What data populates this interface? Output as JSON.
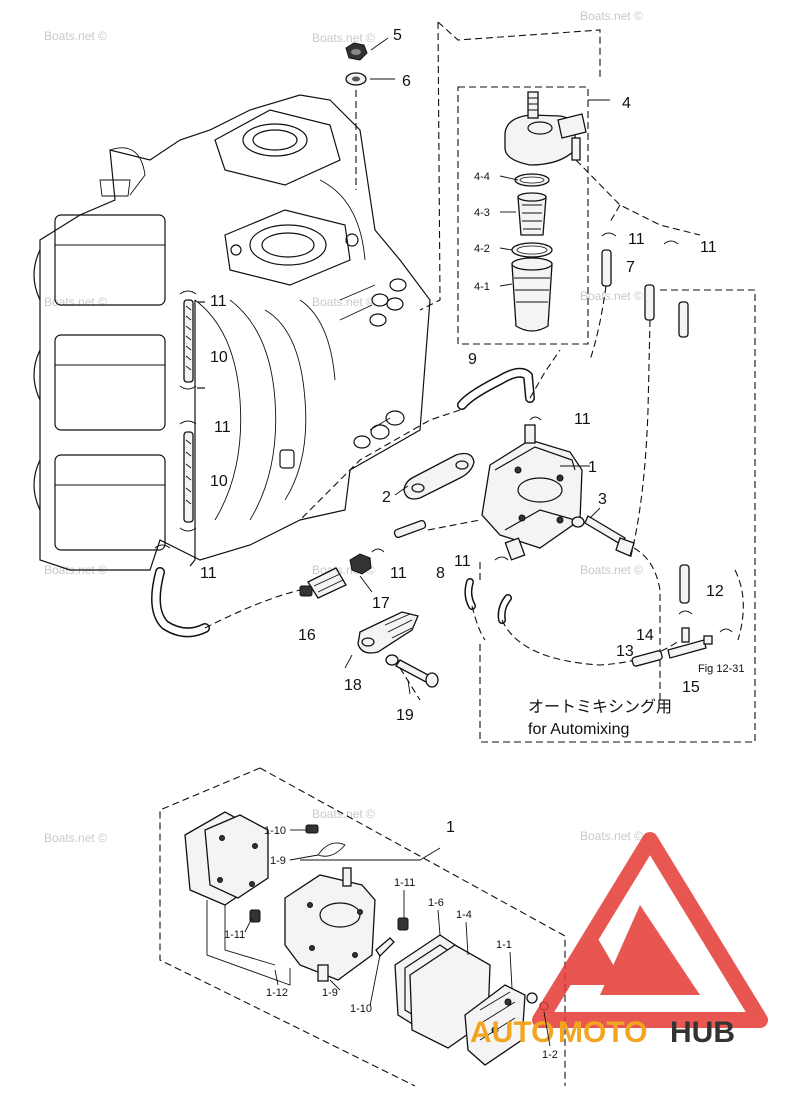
{
  "watermark": "Boats.net ©",
  "brand": {
    "part1": "AUTO",
    "part2": "MOTO",
    "part3": "HUB",
    "logo_color": "#e53935",
    "accent": "#f2a51f",
    "dark": "#333333"
  },
  "callouts": {
    "c1": "1",
    "c2": "2",
    "c3": "3",
    "c4": "4",
    "c4_1": "4-1",
    "c4_2": "4-2",
    "c4_3": "4-3",
    "c4_4": "4-4",
    "c5": "5",
    "c6": "6",
    "c7": "7",
    "c8": "8",
    "c9": "9",
    "c10a": "10",
    "c10b": "10",
    "c11a": "11",
    "c11b": "11",
    "c11c": "11",
    "c11d": "11",
    "c11e": "11",
    "c11f": "11",
    "c11g": "11",
    "c11h": "11",
    "c12": "12",
    "c13": "13",
    "c14": "14",
    "c15": "15",
    "c16": "16",
    "c17": "17",
    "c18": "18",
    "c19": "19",
    "fig": "Fig 12-31"
  },
  "automix": {
    "jp": "オートミキシング用",
    "en": "for Automixing"
  },
  "detail": {
    "c1": "1",
    "c1_1": "1-1",
    "c1_2": "1-2",
    "c1_4": "1-4",
    "c1_6": "1-6",
    "c1_9a": "1-9",
    "c1_9b": "1-9",
    "c1_10a": "1-10",
    "c1_10b": "1-10",
    "c1_11a": "1-11",
    "c1_11b": "1-11",
    "c1_12": "1-12"
  }
}
